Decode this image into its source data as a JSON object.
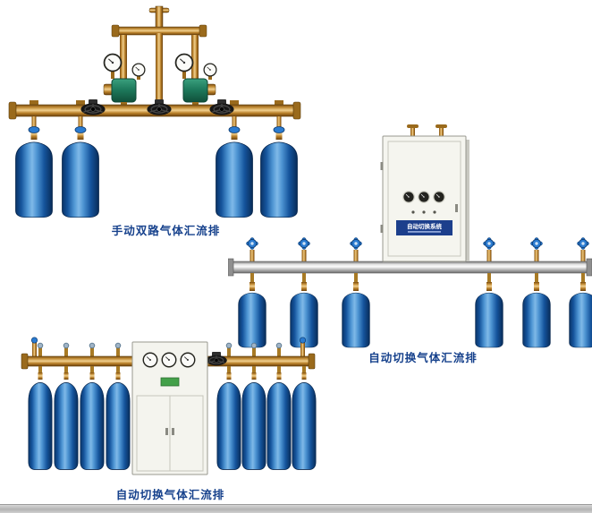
{
  "page": {
    "background_color": "#ffffff"
  },
  "colors": {
    "caption_text": "#16418c",
    "cylinder_blue": "#2b7bd0",
    "brass": "#c89040",
    "pipe_silver": "#d9d9d9",
    "regulator_green": "#1e7a5c",
    "cabinet_body": "#f5f5ef",
    "cabinet_label_bg": "#1c3f8c"
  },
  "products": [
    {
      "caption": "手动双路气体汇流排"
    },
    {
      "caption": "自动切换气体汇流排",
      "cabinet_label": "自动切换系统"
    },
    {
      "caption": "自动切换气体汇流排"
    }
  ]
}
